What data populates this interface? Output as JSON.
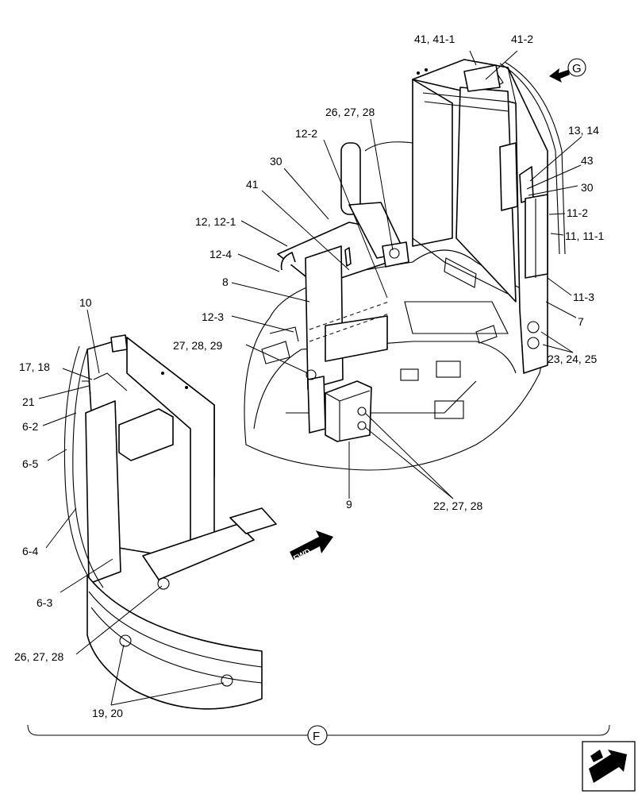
{
  "diagram": {
    "callouts": [
      {
        "id": "c-41-41-1",
        "text": "41, 41-1"
      },
      {
        "id": "c-41-2",
        "text": "41-2"
      },
      {
        "id": "c-26-27-28-top",
        "text": "26, 27, 28"
      },
      {
        "id": "c-12-2",
        "text": "12-2"
      },
      {
        "id": "c-13-14",
        "text": "13, 14"
      },
      {
        "id": "c-43",
        "text": "43"
      },
      {
        "id": "c-30-right",
        "text": "30"
      },
      {
        "id": "c-11-2",
        "text": "11-2"
      },
      {
        "id": "c-11-11-1",
        "text": "11, 11-1"
      },
      {
        "id": "c-11-3",
        "text": "11-3"
      },
      {
        "id": "c-7",
        "text": "7"
      },
      {
        "id": "c-23-24-25",
        "text": "23, 24, 25"
      },
      {
        "id": "c-30-left",
        "text": "30"
      },
      {
        "id": "c-41",
        "text": "41"
      },
      {
        "id": "c-12-12-1",
        "text": "12, 12-1"
      },
      {
        "id": "c-12-4",
        "text": "12-4"
      },
      {
        "id": "c-8",
        "text": "8"
      },
      {
        "id": "c-12-3",
        "text": "12-3"
      },
      {
        "id": "c-27-28-29",
        "text": "27, 28, 29"
      },
      {
        "id": "c-10",
        "text": "10"
      },
      {
        "id": "c-17-18",
        "text": "17, 18"
      },
      {
        "id": "c-21",
        "text": "21"
      },
      {
        "id": "c-6-2",
        "text": "6-2"
      },
      {
        "id": "c-6-5",
        "text": "6-5"
      },
      {
        "id": "c-6-4",
        "text": "6-4"
      },
      {
        "id": "c-6-3",
        "text": "6-3"
      },
      {
        "id": "c-26-27-28-bottom",
        "text": "26, 27, 28"
      },
      {
        "id": "c-19-20",
        "text": "19, 20"
      },
      {
        "id": "c-9",
        "text": "9"
      },
      {
        "id": "c-22-27-28",
        "text": "22, 27, 28"
      }
    ],
    "view_marker_g": "G",
    "view_marker_f": "F",
    "fwd_label": "FWD"
  },
  "icons": {
    "nav": "next-page-arrow-icon",
    "view_arrow": "view-direction-arrow-icon"
  }
}
